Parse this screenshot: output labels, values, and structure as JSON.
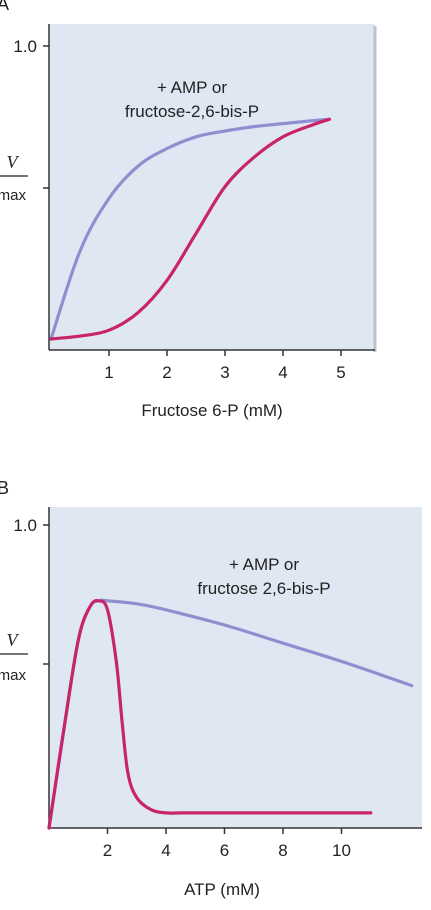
{
  "colors": {
    "plot_bg": "#dfe8f2",
    "curve_activated": "#8f8fd0",
    "curve_basal": "#c8246a",
    "axis": "#333333"
  },
  "chart_data": [
    {
      "panel": "A",
      "type": "line",
      "xlabel": "Fructose 6-P (mM)",
      "ylabel": "V",
      "ylabel_denominator": "max",
      "xlim": [
        0,
        5.5
      ],
      "ylim": [
        0,
        1.0
      ],
      "x_ticks": [
        "1",
        "2",
        "3",
        "4",
        "5"
      ],
      "y_ticks": [
        "1.0"
      ],
      "annotation": [
        "+ AMP or",
        "fructose-2,6-bis-P"
      ],
      "grid": false,
      "series": [
        {
          "color": "#8f8fd0",
          "x": [
            0,
            0.5,
            1.0,
            1.5,
            2.0,
            2.5,
            3.0,
            3.5,
            4.0,
            4.5,
            4.8
          ],
          "y": [
            0,
            0.3,
            0.48,
            0.59,
            0.65,
            0.69,
            0.71,
            0.725,
            0.735,
            0.745,
            0.75
          ]
        },
        {
          "color": "#c8246a",
          "x": [
            0,
            0.5,
            1.0,
            1.5,
            2.0,
            2.5,
            3.0,
            3.5,
            4.0,
            4.5,
            4.8
          ],
          "y": [
            0,
            0.01,
            0.03,
            0.09,
            0.2,
            0.36,
            0.52,
            0.62,
            0.69,
            0.73,
            0.75
          ]
        }
      ]
    },
    {
      "panel": "B",
      "type": "line",
      "xlabel": "ATP (mM)",
      "ylabel": "V",
      "ylabel_denominator": "max",
      "xlim": [
        0,
        12.5
      ],
      "ylim": [
        0,
        1.0
      ],
      "x_ticks": [
        "2",
        "4",
        "6",
        "8",
        "10"
      ],
      "y_ticks": [
        "1.0"
      ],
      "annotation": [
        "+ AMP or",
        "fructose 2,6-bis-P"
      ],
      "grid": false,
      "series": [
        {
          "color": "#8f8fd0",
          "x": [
            0,
            0.5,
            1.0,
            1.4,
            1.7,
            2.0,
            3,
            4,
            6,
            8,
            10,
            12.4
          ],
          "y": [
            0,
            0.32,
            0.62,
            0.73,
            0.75,
            0.75,
            0.74,
            0.72,
            0.67,
            0.61,
            0.55,
            0.47
          ]
        },
        {
          "color": "#c8246a",
          "x": [
            0,
            0.5,
            1.0,
            1.4,
            1.7,
            2.0,
            2.3,
            2.5,
            2.7,
            3.0,
            3.5,
            4.0,
            4.5,
            5.0,
            7.0,
            9.0,
            11.0
          ],
          "y": [
            0,
            0.32,
            0.62,
            0.73,
            0.75,
            0.72,
            0.55,
            0.35,
            0.18,
            0.1,
            0.06,
            0.05,
            0.05,
            0.05,
            0.05,
            0.05,
            0.05
          ]
        }
      ]
    }
  ]
}
